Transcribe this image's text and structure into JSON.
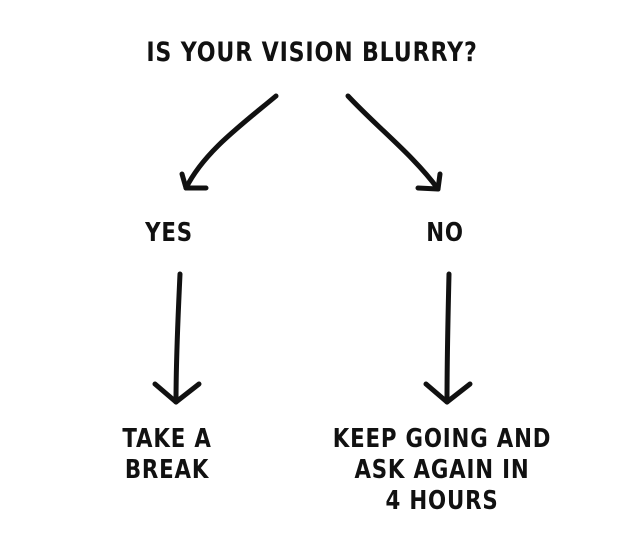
{
  "diagram": {
    "question": "IS YOUR VISION BLURRY?",
    "yes_label": "YES",
    "no_label": "NO",
    "yes_outcome": [
      "TAKE A",
      "BREAK"
    ],
    "no_outcome": [
      "KEEP GOING AND",
      "ASK AGAIN IN",
      "4 HOURS"
    ]
  },
  "colors": {
    "ink": "#111111",
    "background": "#ffffff"
  }
}
